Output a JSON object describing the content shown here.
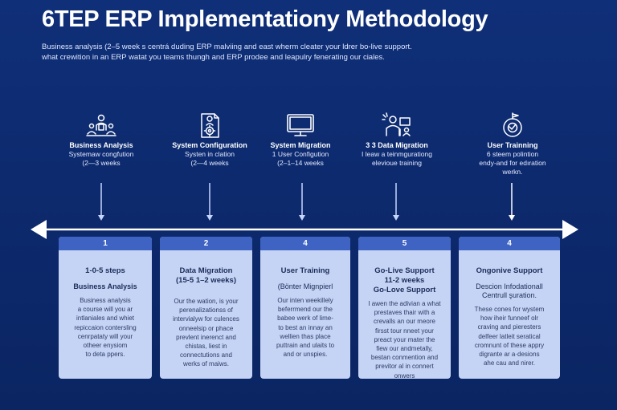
{
  "header": {
    "title": "6TEP ERP Implementationy Methodology",
    "subtitle_lines": [
      "Business analysis (2–5 week s centrá duding ERP malviing and east wherm cleater your ldrer bo-live support.",
      "what crewition in an ERP watat you teams thungh and ERP prodee and leapulry fenerating our ciales."
    ]
  },
  "steps": [
    {
      "icon": "team-presentation-icon",
      "name": "Business Analysis",
      "desc": [
        "Systemaw congfution",
        "(2—3 weeks"
      ]
    },
    {
      "icon": "settings-document-icon",
      "name": "System Configuration",
      "desc": [
        "Systen in clation",
        "(2—4 weeks"
      ]
    },
    {
      "icon": "monitor-icon",
      "name": "System Migration",
      "desc": [
        "1 User Configution",
        "(2–1–14 weeks"
      ]
    },
    {
      "icon": "user-training-icon",
      "name": "3 3 Data Migration",
      "desc": [
        "I leaw a teinmgurationg",
        "elevioue training"
      ]
    },
    {
      "icon": "target-flag-icon",
      "name": "User Trainning",
      "desc": [
        "6 steem polintion",
        "endy-and for edıration",
        "werkn."
      ]
    }
  ],
  "cards": [
    {
      "num": "1",
      "title": [
        "1-0-5 steps"
      ],
      "subtitle": [
        "Business Analysis"
      ],
      "body": [
        "Business analysis",
        "a course will you ar",
        "intlaniales and whiet",
        "repiccaion contersling",
        "cenrpataty will your",
        "otheer enysiom",
        "to deta ppers."
      ]
    },
    {
      "num": "2",
      "title": [
        "Data Migration",
        "(15-5 1–2 weeks)"
      ],
      "subtitle": [],
      "body": [
        "Our the wation, is your",
        "perenalizationss of",
        "intervialyw for culences",
        "onneelsip or phace",
        "prevlent inerenct and",
        "chistas, liest in",
        "connectutions and",
        "werks of maiws."
      ]
    },
    {
      "num": "4",
      "title": [
        "User Training"
      ],
      "subtitle": [
        "(Bönter Mignpierl"
      ],
      "body": [
        "Our inten weekillely",
        "beferrmend our the",
        "babee werk of lime-",
        "to best an innay an",
        "wellien thas place",
        "puttrain and ulaits to",
        "and or unspies."
      ]
    },
    {
      "num": "5",
      "title": [
        "Go-Live Support",
        "11-2 weeks",
        "Go-Love Support"
      ],
      "subtitle": [],
      "body": [
        "I awen the adivian a what",
        "prestaves thair with a",
        "crevalls an our meore",
        "firsst tour nneet your",
        "preact your mater the",
        "fiew our andmetally,",
        "bestan conmention and",
        "previtor al in connert",
        "onwers"
      ]
    },
    {
      "num": "4",
      "title": [
        "Ongonive Support"
      ],
      "subtitle": [
        "Descion Infodationall",
        "Centrull şuration."
      ],
      "body": [
        "These cones for wystem",
        "how iheir funneef olr",
        "craving and pieresters",
        "delfeer latleit seratical",
        "cromnunt of these appry",
        "digrante ar a·desions",
        "ahe cau and nirer."
      ]
    }
  ],
  "colors": {
    "background": "#0d2a6e",
    "card_fill": "#c5d4f4",
    "card_number_bar": "#3f63c3",
    "arrow": "#ffffff",
    "down_arrow": "#c7d6ff"
  }
}
